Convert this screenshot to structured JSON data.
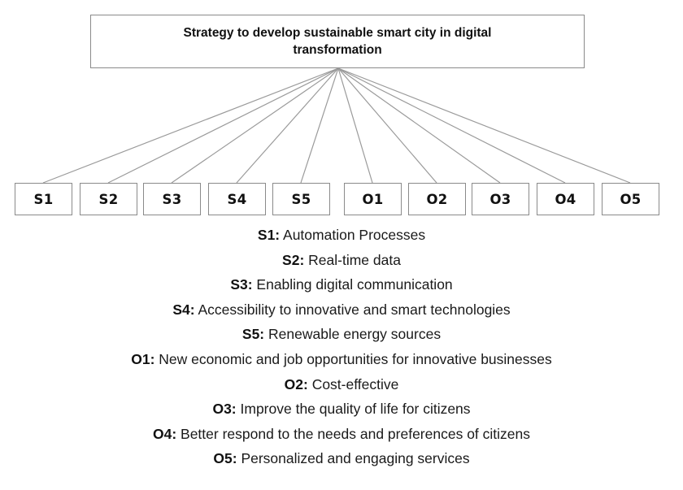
{
  "diagram": {
    "root": {
      "title": "Strategy to develop sustainable smart city in digital transformation"
    },
    "nodes": [
      {
        "code": "S1"
      },
      {
        "code": "S2"
      },
      {
        "code": "S3"
      },
      {
        "code": "S4"
      },
      {
        "code": "S5"
      },
      {
        "code": "O1"
      },
      {
        "code": "O2"
      },
      {
        "code": "O3"
      },
      {
        "code": "O4"
      },
      {
        "code": "O5"
      }
    ],
    "legend": [
      {
        "code": "S1:",
        "text": " Automation Processes"
      },
      {
        "code": "S2:",
        "text": " Real-time data"
      },
      {
        "code": "S3:",
        "text": " Enabling digital communication"
      },
      {
        "code": "S4:",
        "text": " Accessibility to innovative and smart technologies"
      },
      {
        "code": "S5:",
        "text": " Renewable energy sources"
      },
      {
        "code": "O1:",
        "text": " New economic and job opportunities for innovative businesses"
      },
      {
        "code": "O2:",
        "text": " Cost-effective"
      },
      {
        "code": "O3:",
        "text": " Improve the quality of life for citizens"
      },
      {
        "code": "O4:",
        "text": " Better respond to the needs and preferences of citizens"
      },
      {
        "code": "O5:",
        "text": " Personalized and engaging services"
      }
    ],
    "colors": {
      "box_border": "#8a8a8a",
      "connector": "#9a9a9a",
      "text": "#1a1a1a"
    }
  }
}
